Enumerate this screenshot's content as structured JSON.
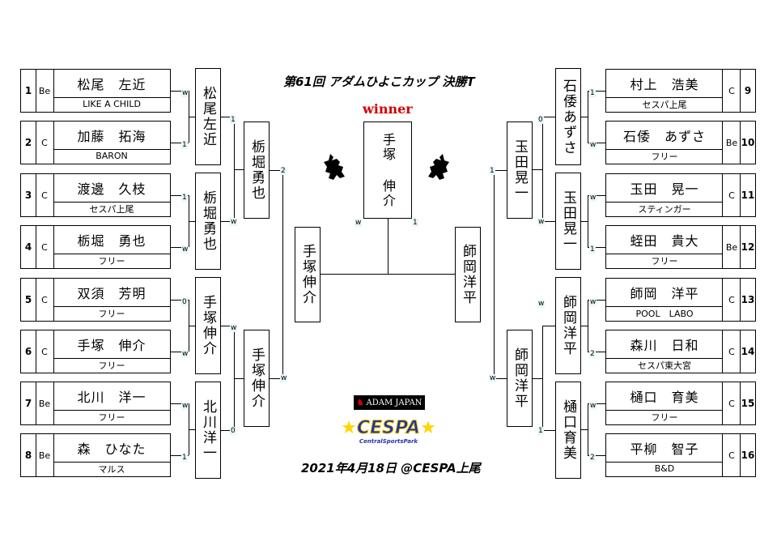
{
  "title": "第61回 アダムひよこカップ 決勝T",
  "winner_label": "winner",
  "date": "2021年4月18日 @CESPA上尾",
  "sponsor": "ADAM JAPAN",
  "logo_text": "CESPA",
  "logo_sub": "CentralSportsPark",
  "champion": "手塚 伸介",
  "players": [
    {
      "num": "1",
      "rank": "Be",
      "name": "松尾　左近",
      "club": "LIKE A CHILD"
    },
    {
      "num": "2",
      "rank": "C",
      "name": "加藤　拓海",
      "club": "BARON"
    },
    {
      "num": "3",
      "rank": "C",
      "name": "渡邊　久枝",
      "club": "セスパ上尾"
    },
    {
      "num": "4",
      "rank": "C",
      "name": "栃堀　勇也",
      "club": "フリー"
    },
    {
      "num": "5",
      "rank": "C",
      "name": "双須　芳明",
      "club": "フリー"
    },
    {
      "num": "6",
      "rank": "C",
      "name": "手塚　伸介",
      "club": "フリー"
    },
    {
      "num": "7",
      "rank": "Be",
      "name": "北川　洋一",
      "club": "フリー"
    },
    {
      "num": "8",
      "rank": "Be",
      "name": "森　ひなた",
      "club": "マルス"
    },
    {
      "num": "9",
      "rank": "C",
      "name": "村上　浩美",
      "club": "セスパ上尾"
    },
    {
      "num": "10",
      "rank": "Be",
      "name": "石倭　あずさ",
      "club": "フリー"
    },
    {
      "num": "11",
      "rank": "C",
      "name": "玉田　晃一",
      "club": "スティンガー"
    },
    {
      "num": "12",
      "rank": "Be",
      "name": "蛭田　貴大",
      "club": "フリー"
    },
    {
      "num": "13",
      "rank": "C",
      "name": "師岡　洋平",
      "club": "POOL　LABO"
    },
    {
      "num": "14",
      "rank": "C",
      "name": "森川　日和",
      "club": "セスパ東大宮"
    },
    {
      "num": "15",
      "rank": "C",
      "name": "樋口　育美",
      "club": "フリー"
    },
    {
      "num": "16",
      "rank": "C",
      "name": "平柳　智子",
      "club": "B&D"
    }
  ],
  "round2": {
    "left": [
      "松尾左近",
      "栃堀勇也",
      "手塚伸介",
      "北川洋一"
    ],
    "right": [
      "石倭あずさ",
      "玉田晃一",
      "師岡洋平",
      "樋口育美"
    ]
  },
  "round3": {
    "left": [
      "栃堀勇也",
      "手塚伸介"
    ],
    "right": [
      "玉田晃一",
      "師岡洋平"
    ]
  },
  "final": {
    "left": "手塚伸介",
    "right": "師岡洋平"
  },
  "scores": {
    "r1": [
      "w",
      "1",
      "1",
      "w",
      "0",
      "w",
      "w",
      "1",
      "1",
      "w",
      "w",
      "1",
      "w",
      "2",
      "w",
      "2"
    ],
    "r2": [
      "1",
      "w",
      "w",
      "0",
      "0",
      "w",
      "w",
      "1"
    ],
    "r3": [
      "2",
      "w",
      "1",
      "w"
    ],
    "final": [
      "w",
      "1"
    ]
  }
}
